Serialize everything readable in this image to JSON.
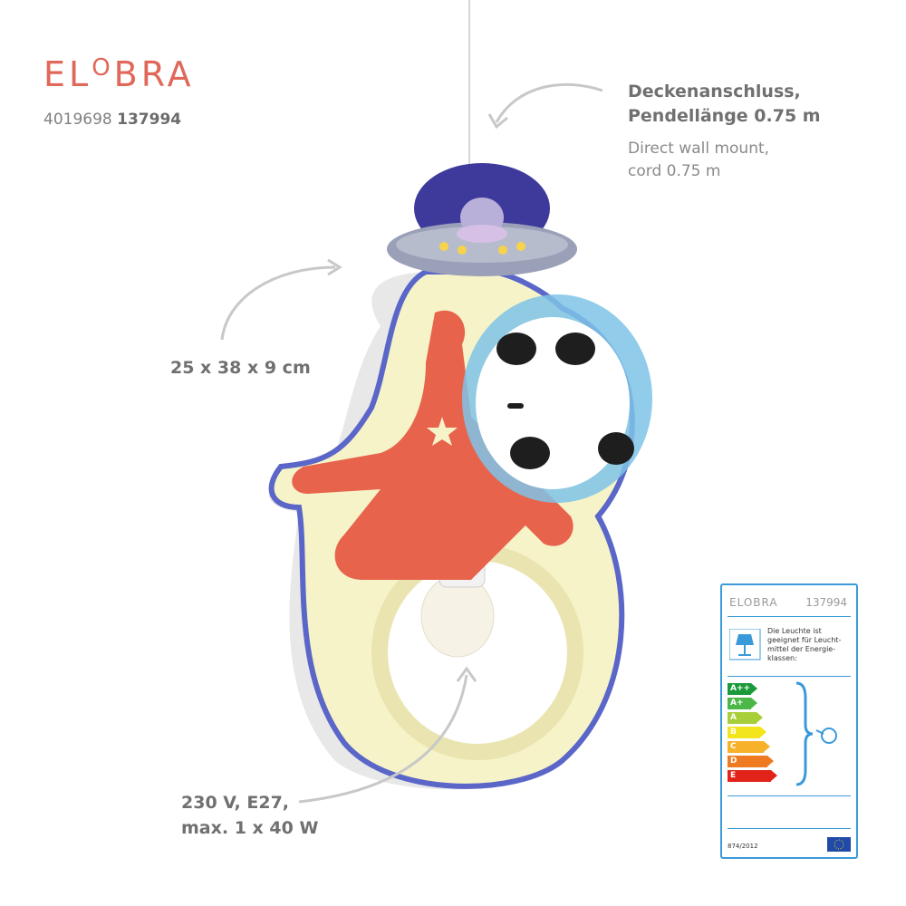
{
  "brand": {
    "logo_left": "EL",
    "logo_o": "O",
    "logo_right": "BRA",
    "ean_prefix": "4019698",
    "article": "137994"
  },
  "callouts": {
    "ceiling_de_1": "Deckenanschluss,",
    "ceiling_de_2": "Pendellänge 0.75 m",
    "ceiling_en_1": "Direct wall mount,",
    "ceiling_en_2": "cord 0.75 m",
    "dimensions": "25 x 38 x 9 cm",
    "power_1": "230 V, E27,",
    "power_2": "max. 1 x 40 W"
  },
  "energy_label": {
    "brand": "ELOBRA",
    "code": "137994",
    "text": "Die Leuchte ist geeignet für Leucht-mittel der Energie-klassen:",
    "classes": [
      "A++",
      "A+",
      "A",
      "B",
      "C",
      "D",
      "E"
    ],
    "class_colors": [
      "#1a9a3a",
      "#4cb648",
      "#a8cf3a",
      "#f2e51c",
      "#f7b12a",
      "#ee7a22",
      "#e2231a"
    ],
    "regulation": "874/2012"
  },
  "colors": {
    "accent": "#e0685a",
    "label_border": "#3a9ad9"
  }
}
